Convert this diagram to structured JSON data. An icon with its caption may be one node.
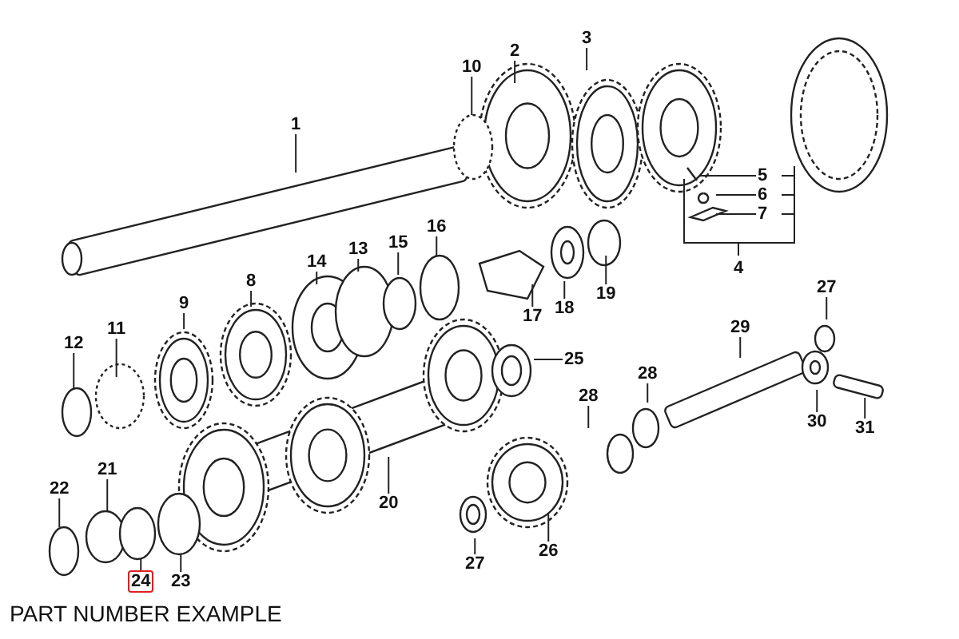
{
  "diagram": {
    "caption": "PART NUMBER EXAMPLE",
    "nodes": [
      {
        "text": [
          "1"
        ]
      },
      {
        "text": [
          "10"
        ]
      },
      {
        "text": [
          "2"
        ]
      },
      {
        "text": [
          "3"
        ]
      },
      {
        "text": [
          "5"
        ]
      },
      {
        "text": [
          "6"
        ]
      },
      {
        "text": [
          "7"
        ]
      },
      {
        "text": [
          "16"
        ]
      },
      {
        "text": [
          "15"
        ]
      },
      {
        "text": [
          "13"
        ]
      },
      {
        "text": [
          "4"
        ]
      },
      {
        "text": [
          "14"
        ]
      },
      {
        "text": [
          "8"
        ]
      },
      {
        "text": [
          "19"
        ]
      },
      {
        "text": [
          "18"
        ]
      },
      {
        "text": [
          "17"
        ]
      },
      {
        "text": [
          "9"
        ]
      },
      {
        "text": [
          "27"
        ]
      },
      {
        "text": [
          "11"
        ]
      },
      {
        "text": [
          "12"
        ]
      },
      {
        "text": [
          "29"
        ]
      },
      {
        "text": [
          "25"
        ]
      },
      {
        "text": [
          "28"
        ]
      },
      {
        "text": [
          "28"
        ]
      },
      {
        "text": [
          "30"
        ]
      },
      {
        "text": [
          "31"
        ]
      },
      {
        "text": [
          "21"
        ]
      },
      {
        "text": [
          "22"
        ]
      },
      {
        "text": [
          "20"
        ]
      },
      {
        "text": [
          "26"
        ]
      },
      {
        "text": [
          "27"
        ]
      },
      {
        "text": [
          "24"
        ]
      },
      {
        "text": [
          "23"
        ]
      }
    ],
    "edges": [
      {
        "from": 0,
        "to": null,
        "arrow": "none"
      },
      {
        "from": 1,
        "to": null,
        "arrow": "none"
      },
      {
        "from": 2,
        "to": null,
        "arrow": "none"
      },
      {
        "from": 3,
        "to": null,
        "arrow": "none"
      },
      {
        "from": 4,
        "to": null,
        "arrow": "none"
      },
      {
        "from": 5,
        "to": null,
        "arrow": "none"
      },
      {
        "from": 6,
        "to": null,
        "arrow": "none"
      },
      {
        "from": 7,
        "to": null,
        "arrow": "none"
      },
      {
        "from": 8,
        "to": null,
        "arrow": "none"
      },
      {
        "from": 9,
        "to": null,
        "arrow": "none"
      },
      {
        "from": 11,
        "to": null,
        "arrow": "none"
      },
      {
        "from": 12,
        "to": null,
        "arrow": "none"
      },
      {
        "from": 13,
        "to": null,
        "arrow": "none"
      },
      {
        "from": 14,
        "to": null,
        "arrow": "none"
      },
      {
        "from": 15,
        "to": null,
        "arrow": "none"
      },
      {
        "from": 16,
        "to": null,
        "arrow": "none"
      },
      {
        "from": 17,
        "to": null,
        "arrow": "none"
      },
      {
        "from": 18,
        "to": null,
        "arrow": "none"
      },
      {
        "from": 19,
        "to": null,
        "arrow": "none"
      },
      {
        "from": 20,
        "to": null,
        "arrow": "none"
      },
      {
        "from": 21,
        "to": null,
        "arrow": "none"
      },
      {
        "from": 22,
        "to": null,
        "arrow": "none"
      },
      {
        "from": 23,
        "to": null,
        "arrow": "none"
      },
      {
        "from": 24,
        "to": null,
        "arrow": "none"
      },
      {
        "from": 25,
        "to": null,
        "arrow": "none"
      },
      {
        "from": 26,
        "to": null,
        "arrow": "none"
      },
      {
        "from": 27,
        "to": null,
        "arrow": "none"
      },
      {
        "from": 28,
        "to": null,
        "arrow": "none"
      },
      {
        "from": 29,
        "to": null,
        "arrow": "none"
      },
      {
        "from": 30,
        "to": null,
        "arrow": "none"
      },
      {
        "from": 31,
        "to": null,
        "arrow": "none"
      },
      {
        "from": 32,
        "to": null,
        "arrow": "none"
      }
    ]
  }
}
